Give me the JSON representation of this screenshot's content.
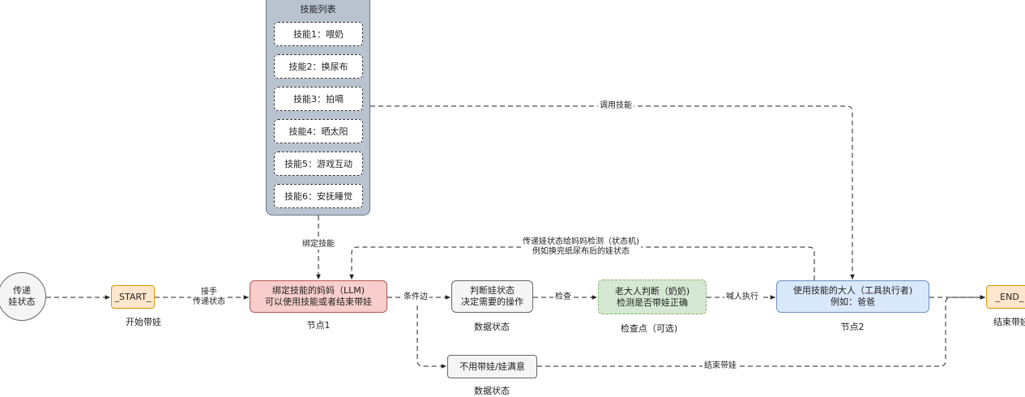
{
  "skills": {
    "title": "技能列表",
    "items": [
      {
        "label": "技能1：喂奶"
      },
      {
        "label": "技能2：换尿布"
      },
      {
        "label": "技能3：拍嗝"
      },
      {
        "label": "技能4：晒太阳"
      },
      {
        "label": "技能5：游戏互动"
      },
      {
        "label": "技能6：安抚睡觉"
      }
    ]
  },
  "nodes": {
    "pass": {
      "text": "传递\n娃状态"
    },
    "start": {
      "text": "_START_",
      "caption": "开始带娃"
    },
    "mom": {
      "text": "绑定技能的妈妈（LLM)\n可以使用技能或者结束带娃",
      "caption": "节点1"
    },
    "judge": {
      "text": "判断娃状态\n决定需要的操作",
      "caption": "数据状态"
    },
    "check": {
      "text": "老大人判断（奶奶)\n检测是否带娃正确",
      "caption": "检查点（可选)"
    },
    "adult": {
      "text": "使用技能的大人（工具执行者)\n例如：爸爸",
      "caption": "节点2"
    },
    "end": {
      "text": "_END_",
      "caption": "结束带娃"
    },
    "satisfied": {
      "text": "不用带娃/娃满意",
      "caption": "数据状态"
    }
  },
  "edges": {
    "handoff": "接手\n传递状态",
    "bind": "绑定技能",
    "call": "调用技能",
    "feedback": "传递娃状态给妈妈检测（状态机)\n例如换完纸尿布后的娃状态",
    "condition": "条件边",
    "inspect": "检查",
    "wake": "喊人执行",
    "finish": "结束带娃"
  },
  "colors": {
    "start_fill": "#ffe6cc",
    "start_stroke": "#d79b00",
    "mom_fill": "#f8cecc",
    "mom_stroke": "#b85450",
    "judge_fill": "#f5f5f5",
    "judge_stroke": "#666666",
    "check_fill": "#d5e8d4",
    "check_stroke": "#82b366",
    "adult_fill": "#dae8fc",
    "adult_stroke": "#6c8ebf",
    "panel_fill": "#b8c3cf"
  }
}
